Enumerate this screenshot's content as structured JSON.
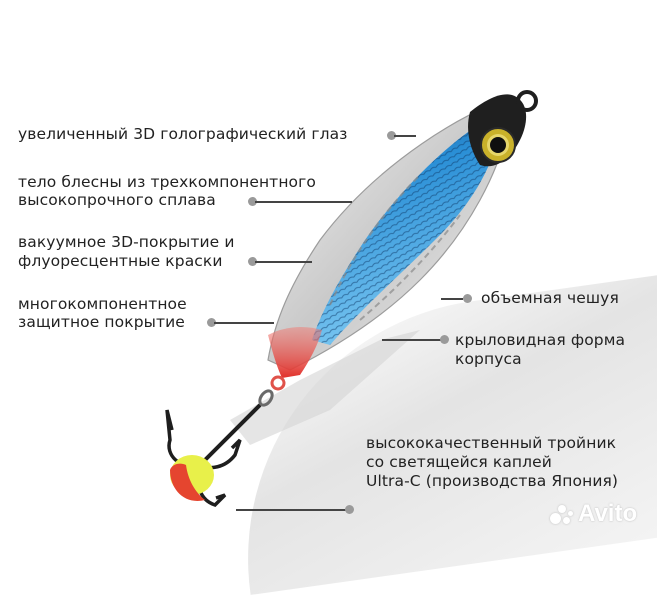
{
  "image": {
    "subject": "ice fishing spoon lure with treble hook",
    "colors": {
      "body_blue": "#2a8fd6",
      "body_silver": "#d8d8d8",
      "tail_red": "#e23a30",
      "eye_gold": "#c9b12a",
      "bead_yellow": "#e8f04a",
      "bead_red": "#e5452f",
      "hook_black": "#1e1e1e",
      "label_text": "#222222",
      "dot_gray": "#9a9a9a"
    }
  },
  "labels": {
    "eye": "увеличенный 3D голографический глаз",
    "body_line1": "тело блесны из трехкомпонентного",
    "body_line2": "высокопрочного сплава",
    "coating_line1": "вакуумное 3D-покрытие и",
    "coating_line2": "флуоресцентные краски",
    "protect_line1": "многокомпонентное",
    "protect_line2": "защитное покрытие",
    "scales": "объемная чешуя",
    "wing_line1": "крыловидная форма",
    "wing_line2": "корпуса",
    "hook_line1": "высококачественный тройник",
    "hook_line2": "со светящейся каплей",
    "hook_line3": "Ultra-C (производства Япония)"
  },
  "watermark": {
    "text": "Avito"
  }
}
